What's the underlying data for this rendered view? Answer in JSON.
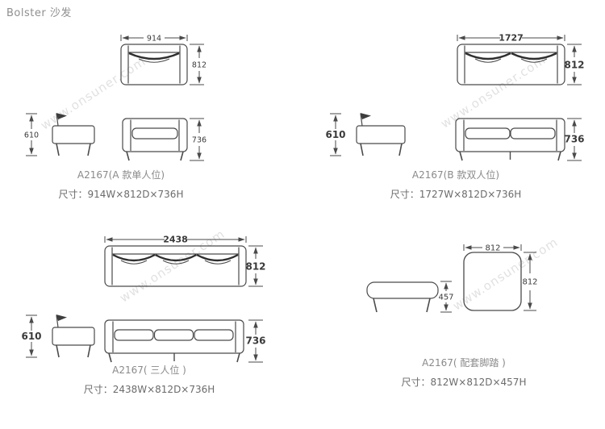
{
  "page": {
    "title": "Bolster 沙发",
    "watermark": "www.onsuner.com"
  },
  "products": [
    {
      "name": "A2167(A 款单人位)",
      "size": "尺寸：914W×812D×736H",
      "dims": {
        "width": "914",
        "depth": "812",
        "back_height": "610",
        "height": "736"
      }
    },
    {
      "name": "A2167(B 款双人位)",
      "size": "尺寸：1727W×812D×736H",
      "dims": {
        "width": "1727",
        "depth": "812",
        "back_height": "610",
        "height": "736"
      }
    },
    {
      "name": "A2167( 三人位 )",
      "size": "尺寸：2438W×812D×736H",
      "dims": {
        "width": "2438",
        "depth": "812",
        "back_height": "610",
        "height": "736"
      }
    },
    {
      "name": "A2167( 配套脚踏 )",
      "size": "尺寸：812W×812D×457H",
      "dims": {
        "width": "812",
        "depth": "812",
        "height": "457"
      }
    }
  ]
}
